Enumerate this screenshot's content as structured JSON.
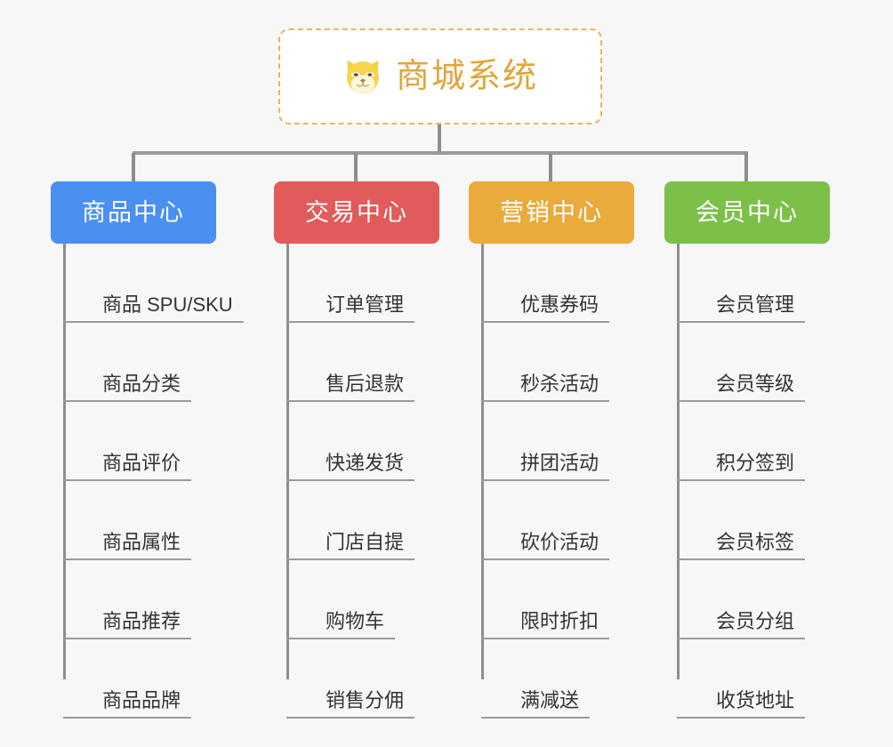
{
  "root": {
    "title": "商城系统",
    "icon": "shiba-dog-face-icon",
    "border_color": "#e8b55a",
    "text_color": "#e0a53c",
    "background": "#ffffff"
  },
  "canvas": {
    "background": "#f7f7f8",
    "line_color": "#8e8e8e",
    "leaf_line_color": "#9b9b9b",
    "leaf_text_color": "#333333"
  },
  "branches": [
    {
      "id": "product-center",
      "label": "商品中心",
      "color": "#4a90f0",
      "leaves": [
        "商品 SPU/SKU",
        "商品分类",
        "商品评价",
        "商品属性",
        "商品推荐",
        "商品品牌"
      ]
    },
    {
      "id": "trade-center",
      "label": "交易中心",
      "color": "#e05b59",
      "leaves": [
        "订单管理",
        "售后退款",
        "快递发货",
        "门店自提",
        "购物车",
        "销售分佣"
      ]
    },
    {
      "id": "marketing-center",
      "label": "营销中心",
      "color": "#eaaa3c",
      "leaves": [
        "优惠券码",
        "秒杀活动",
        "拼团活动",
        "砍价活动",
        "限时折扣",
        "满减送"
      ]
    },
    {
      "id": "member-center",
      "label": "会员中心",
      "color": "#77c council",
      "leaves": [
        "会员管理",
        "会员等级",
        "积分签到",
        "会员标签",
        "会员分组",
        "收货地址"
      ]
    }
  ]
}
